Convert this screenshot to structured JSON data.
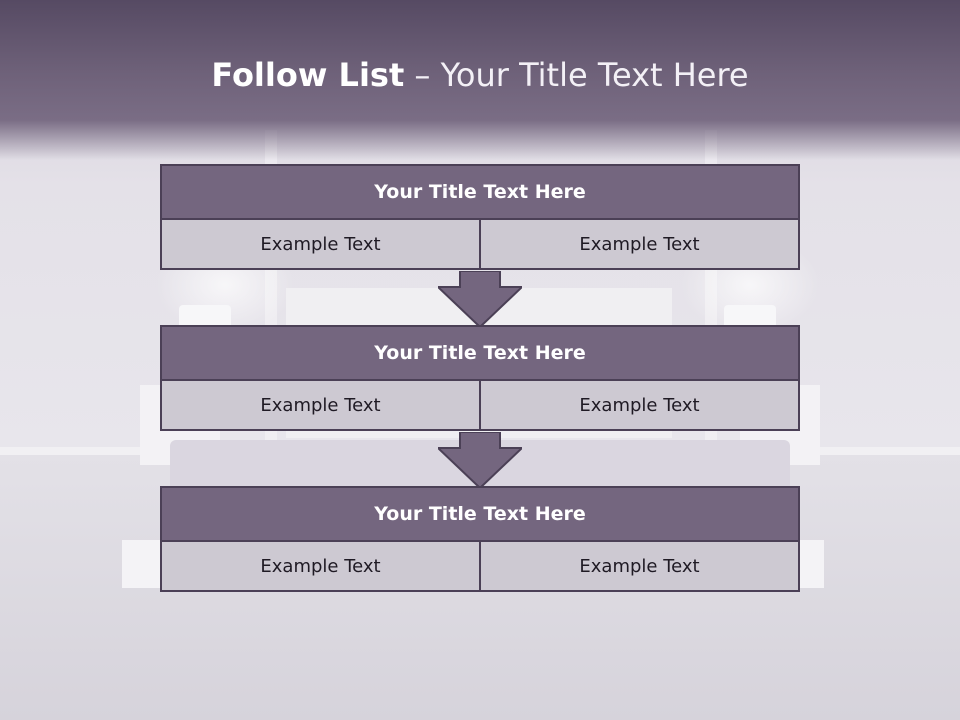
{
  "title": {
    "bold": "Follow List",
    "rest": "– Your Title Text Here"
  },
  "steps": [
    {
      "title": "Your Title Text Here",
      "left": "Example Text",
      "right": "Example Text"
    },
    {
      "title": "Your Title Text Here",
      "left": "Example Text",
      "right": "Example Text"
    },
    {
      "title": "Your Title Text Here",
      "left": "Example Text",
      "right": "Example Text"
    }
  ],
  "colors": {
    "header": "#74667f",
    "border": "#4b4056",
    "cell": "#cdc9d2",
    "arrow": "#74667f"
  },
  "icons": {
    "connector": "arrow-down-icon"
  }
}
